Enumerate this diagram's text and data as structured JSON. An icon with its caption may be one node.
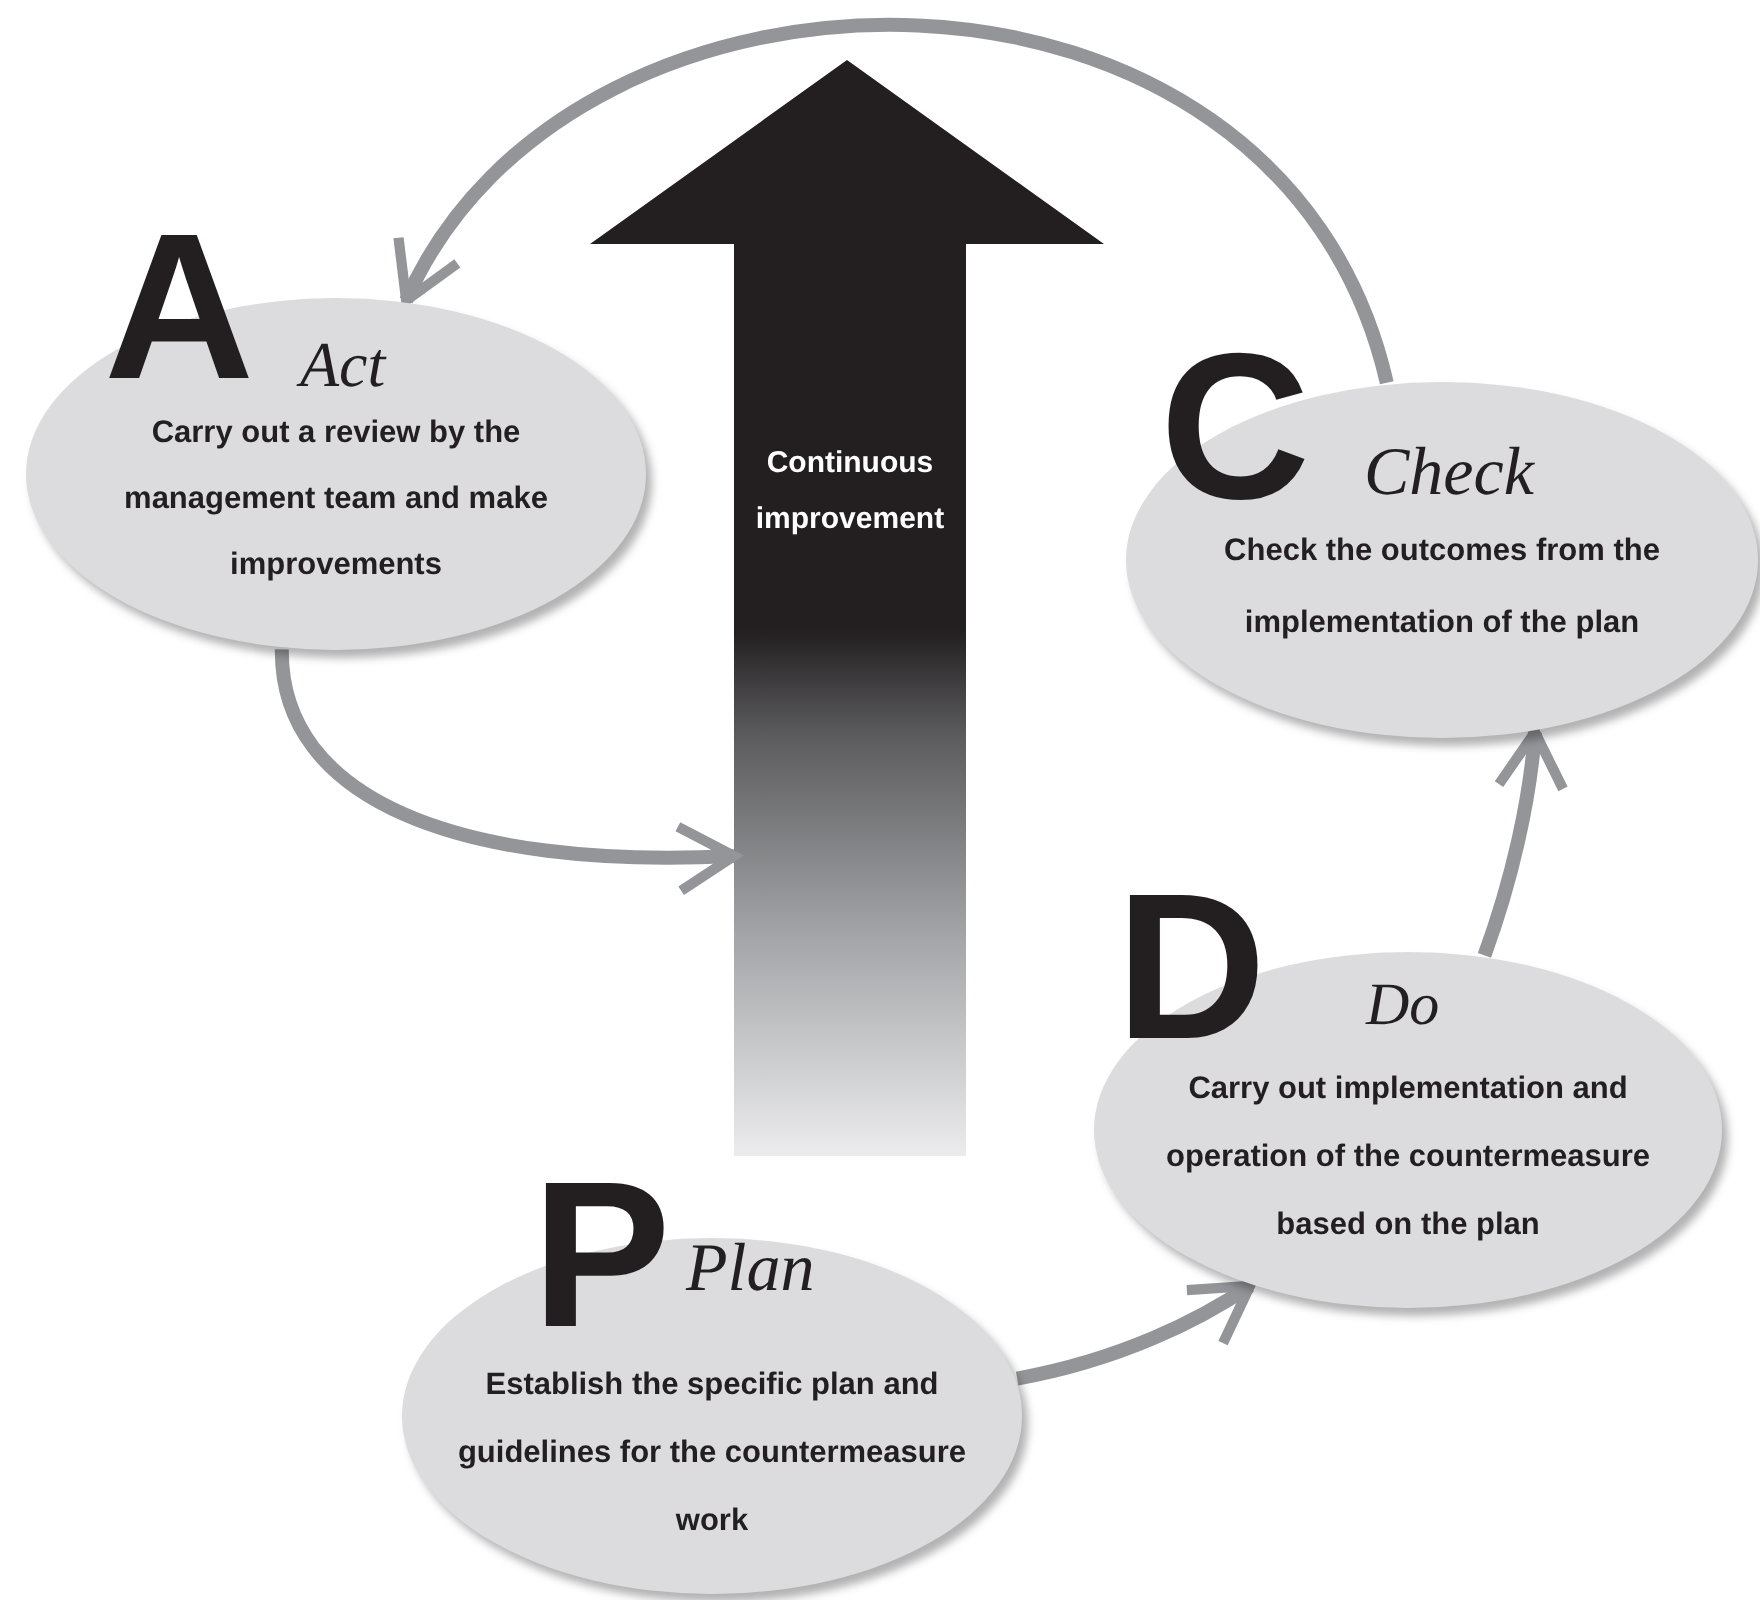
{
  "diagram": {
    "nodes": [
      {
        "text": [
          "A",
          "Act",
          "Carry out a review by the management team and make improvements"
        ]
      },
      {
        "text": [
          "Continuous improvement"
        ]
      },
      {
        "text": [
          "C",
          "Check",
          "Check the outcomes from the implementation of the plan"
        ]
      },
      {
        "text": [
          "D",
          "Do",
          "Carry out implementation and operation of the countermeasure based on the plan"
        ]
      },
      {
        "text": [
          "P",
          "Plan",
          "Establish the specific plan and guidelines for the countermeasure work"
        ]
      }
    ],
    "edges": [
      {
        "from": 4,
        "to": 3,
        "arrow": "to"
      },
      {
        "from": 3,
        "to": 2,
        "arrow": "to"
      },
      {
        "from": 2,
        "to": 0,
        "arrow": "to"
      },
      {
        "from": 0,
        "to": 1,
        "arrow": "to"
      }
    ]
  }
}
